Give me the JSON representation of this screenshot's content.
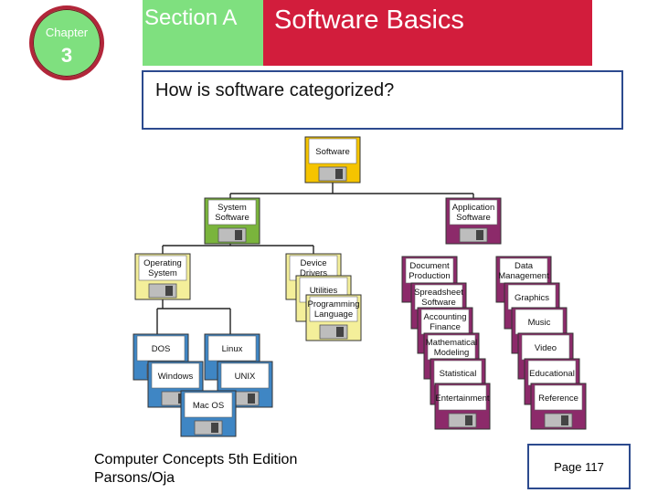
{
  "header": {
    "chapter_word": "Chapter",
    "chapter_number": "3",
    "section": "Section A",
    "title": "Software Basics"
  },
  "question": "How is software categorized?",
  "diagram": {
    "nodes": [
      {
        "id": "software",
        "label": [
          "Software"
        ],
        "color": "#f5c400"
      },
      {
        "id": "system",
        "label": [
          "System",
          "Software"
        ],
        "color": "#7ab43c"
      },
      {
        "id": "application",
        "label": [
          "Application",
          "Software"
        ],
        "color": "#8c2a6a"
      },
      {
        "id": "os",
        "label": [
          "Operating",
          "System"
        ],
        "color": "#f4ef9a"
      },
      {
        "id": "drivers",
        "label": [
          "Device",
          "Drivers"
        ],
        "color": "#f4ef9a"
      },
      {
        "id": "utilities",
        "label": [
          "Utilities"
        ],
        "color": "#f4ef9a"
      },
      {
        "id": "programming",
        "label": [
          "Programming",
          "Language"
        ],
        "color": "#f4ef9a"
      },
      {
        "id": "dos",
        "label": [
          "DOS"
        ],
        "color": "#3f86c4"
      },
      {
        "id": "linux",
        "label": [
          "Linux"
        ],
        "color": "#3f86c4"
      },
      {
        "id": "windows",
        "label": [
          "Windows"
        ],
        "color": "#3f86c4"
      },
      {
        "id": "unix",
        "label": [
          "UNIX"
        ],
        "color": "#3f86c4"
      },
      {
        "id": "macos",
        "label": [
          "Mac OS"
        ],
        "color": "#3f86c4"
      },
      {
        "id": "docprod",
        "label": [
          "Document",
          "Production"
        ],
        "color": "#8c2a6a"
      },
      {
        "id": "spreadsheet",
        "label": [
          "Spreadsheet",
          "Software"
        ],
        "color": "#8c2a6a"
      },
      {
        "id": "accounting",
        "label": [
          "Accounting",
          "Finance"
        ],
        "color": "#8c2a6a"
      },
      {
        "id": "math",
        "label": [
          "Mathematical",
          "Modeling"
        ],
        "color": "#8c2a6a"
      },
      {
        "id": "statistical",
        "label": [
          "Statistical"
        ],
        "color": "#8c2a6a"
      },
      {
        "id": "entertainment",
        "label": [
          "Entertainment"
        ],
        "color": "#8c2a6a"
      },
      {
        "id": "datamgmt",
        "label": [
          "Data",
          "Management"
        ],
        "color": "#8c2a6a"
      },
      {
        "id": "graphics",
        "label": [
          "Graphics"
        ],
        "color": "#8c2a6a"
      },
      {
        "id": "music",
        "label": [
          "Music"
        ],
        "color": "#8c2a6a"
      },
      {
        "id": "video",
        "label": [
          "Video"
        ],
        "color": "#8c2a6a"
      },
      {
        "id": "educational",
        "label": [
          "Educational"
        ],
        "color": "#8c2a6a"
      },
      {
        "id": "reference",
        "label": [
          "Reference"
        ],
        "color": "#8c2a6a"
      }
    ]
  },
  "footer": {
    "line1": "Computer Concepts 5th Edition",
    "line2": "Parsons/Oja",
    "page": "Page 117"
  }
}
